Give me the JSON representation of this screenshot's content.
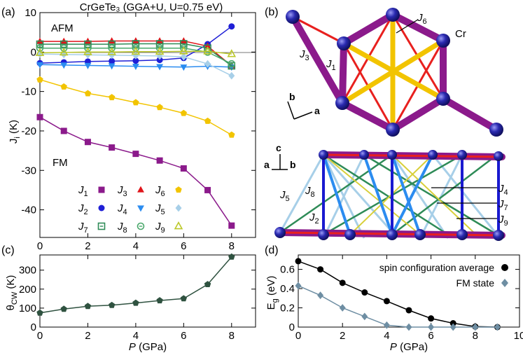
{
  "figure_title": "CrGeTe₃ (GGA+U, U=0.75 eV)",
  "panel_labels": {
    "a": "(a)",
    "b": "(b)",
    "c": "(c)",
    "d": "(d)"
  },
  "colors": {
    "J1": "#8b1a8b",
    "J2": "#1f1fd6",
    "J3": "#e0141a",
    "J4": "#2b8cf0",
    "J5": "#a7cfe8",
    "J6": "#f2c400",
    "J7": "#2e8b57",
    "J8": "#4aa86b",
    "J9": "#bcc82a",
    "theta": "#2f5240",
    "eg_avg": "#000000",
    "eg_fm": "#6e8ea3"
  },
  "chart_data": [
    {
      "id": "a",
      "type": "scatter",
      "xlabel": "",
      "ylabel": "J_i (K)",
      "xlim": [
        0,
        9
      ],
      "ylim": [
        -47,
        10
      ],
      "xticks": [
        0,
        2,
        4,
        6,
        8
      ],
      "yticks": [
        10,
        0,
        -10,
        -20,
        -30,
        -40
      ],
      "annotations": [
        "AFM",
        "FM"
      ],
      "legend_placement": "bottom-right",
      "series": [
        {
          "name": "J1",
          "marker": "square",
          "x": [
            0,
            1,
            2,
            3,
            4,
            5,
            6,
            7,
            8
          ],
          "values": [
            -16.5,
            -20,
            -22.8,
            -24.2,
            -25.8,
            -27.5,
            -29.5,
            -35,
            -44
          ]
        },
        {
          "name": "J2",
          "marker": "circle",
          "x": [
            0,
            1,
            2,
            3,
            4,
            5,
            6,
            7,
            8
          ],
          "values": [
            -2.8,
            -2.6,
            -2.4,
            -2.3,
            -2.2,
            -2.0,
            -1.5,
            2.0,
            6.5
          ]
        },
        {
          "name": "J3",
          "marker": "triangle-up",
          "x": [
            0,
            1,
            2,
            3,
            4,
            5,
            6,
            7,
            8
          ],
          "values": [
            2.7,
            2.7,
            2.7,
            2.8,
            2.8,
            2.8,
            2.8,
            1.5,
            -3.5
          ]
        },
        {
          "name": "J4",
          "marker": "triangle-down",
          "x": [
            0,
            1,
            2,
            3,
            4,
            5,
            6,
            7,
            8
          ],
          "values": [
            -3.2,
            -3.3,
            -3.4,
            -3.5,
            -3.6,
            -3.7,
            -3.8,
            -3.6,
            -3.8
          ]
        },
        {
          "name": "J5",
          "marker": "diamond",
          "x": [
            0,
            1,
            2,
            3,
            4,
            5,
            6,
            7,
            8
          ],
          "values": [
            -0.5,
            -0.6,
            -0.7,
            -0.8,
            -0.9,
            -1.0,
            -1.2,
            -3.0,
            -6.0
          ]
        },
        {
          "name": "J6",
          "marker": "pentagon",
          "x": [
            0,
            1,
            2,
            3,
            4,
            5,
            6,
            7,
            8
          ],
          "values": [
            -7,
            -8.8,
            -10.5,
            -11.5,
            -12.8,
            -14,
            -15.5,
            -17.5,
            -21
          ]
        },
        {
          "name": "J7",
          "marker": "square-open",
          "x": [
            0,
            1,
            2,
            3,
            4,
            5,
            6,
            7,
            8
          ],
          "values": [
            2.0,
            2.0,
            2.0,
            2.0,
            2.1,
            2.1,
            2.1,
            1.0,
            -3.5
          ]
        },
        {
          "name": "J8",
          "marker": "circle-open",
          "x": [
            0,
            1,
            2,
            3,
            4,
            5,
            6,
            7,
            8
          ],
          "values": [
            1.0,
            1.0,
            1.0,
            1.0,
            1.0,
            1.0,
            1.0,
            0.0,
            -3.0
          ]
        },
        {
          "name": "J9",
          "marker": "triangle-open",
          "x": [
            0,
            1,
            2,
            3,
            4,
            5,
            6,
            7,
            8
          ],
          "values": [
            -0.2,
            -0.1,
            0.0,
            0.0,
            0.1,
            0.1,
            0.2,
            0.2,
            -0.5
          ]
        }
      ]
    },
    {
      "id": "c",
      "type": "line",
      "xlabel": "P (GPa)",
      "ylabel": "θ_CW (K)",
      "xlim": [
        0,
        9
      ],
      "ylim": [
        0,
        380
      ],
      "xticks": [
        0,
        2,
        4,
        6,
        8
      ],
      "yticks": [
        0,
        100,
        200,
        300
      ],
      "series": [
        {
          "name": "",
          "marker": "pentagon",
          "x": [
            0,
            1,
            2,
            3,
            4,
            5,
            6,
            7,
            8
          ],
          "values": [
            75,
            95,
            110,
            115,
            127,
            140,
            150,
            225,
            370
          ]
        }
      ]
    },
    {
      "id": "d",
      "type": "line",
      "xlabel": "P (GPa)",
      "ylabel": "E_g (eV)",
      "xlim": [
        0,
        10
      ],
      "ylim": [
        0,
        0.75
      ],
      "xticks": [
        0,
        2,
        4,
        6,
        8,
        10
      ],
      "yticks": [
        0,
        0.2,
        0.4,
        0.6
      ],
      "legend_placement": "top-right",
      "series": [
        {
          "name": "spin configuration average",
          "marker": "circle",
          "x": [
            0,
            1,
            2,
            3,
            4,
            5,
            6,
            7,
            8,
            9
          ],
          "values": [
            0.685,
            0.6,
            0.46,
            0.36,
            0.27,
            0.175,
            0.09,
            0.04,
            0.005,
            0.0
          ]
        },
        {
          "name": "FM state",
          "marker": "diamond",
          "x": [
            0,
            1,
            2,
            3,
            4,
            5,
            6,
            7,
            8,
            9
          ],
          "values": [
            0.43,
            0.33,
            0.2,
            0.11,
            0.02,
            0.0,
            0.0,
            0.0,
            0.0,
            0.0
          ]
        }
      ]
    }
  ],
  "structure": {
    "atom_label": "Cr",
    "top_labels": {
      "j6": "J6",
      "j3": "J3",
      "j1": "J1"
    },
    "top_axes": {
      "b": "b",
      "a": "a"
    },
    "side_axes": {
      "c": "c",
      "a": "a",
      "b": "b"
    },
    "side_labels": {
      "j5": "J5",
      "j8": "J8",
      "j2": "J2",
      "j4": "J4",
      "j7": "J7",
      "j9": "J9"
    }
  }
}
